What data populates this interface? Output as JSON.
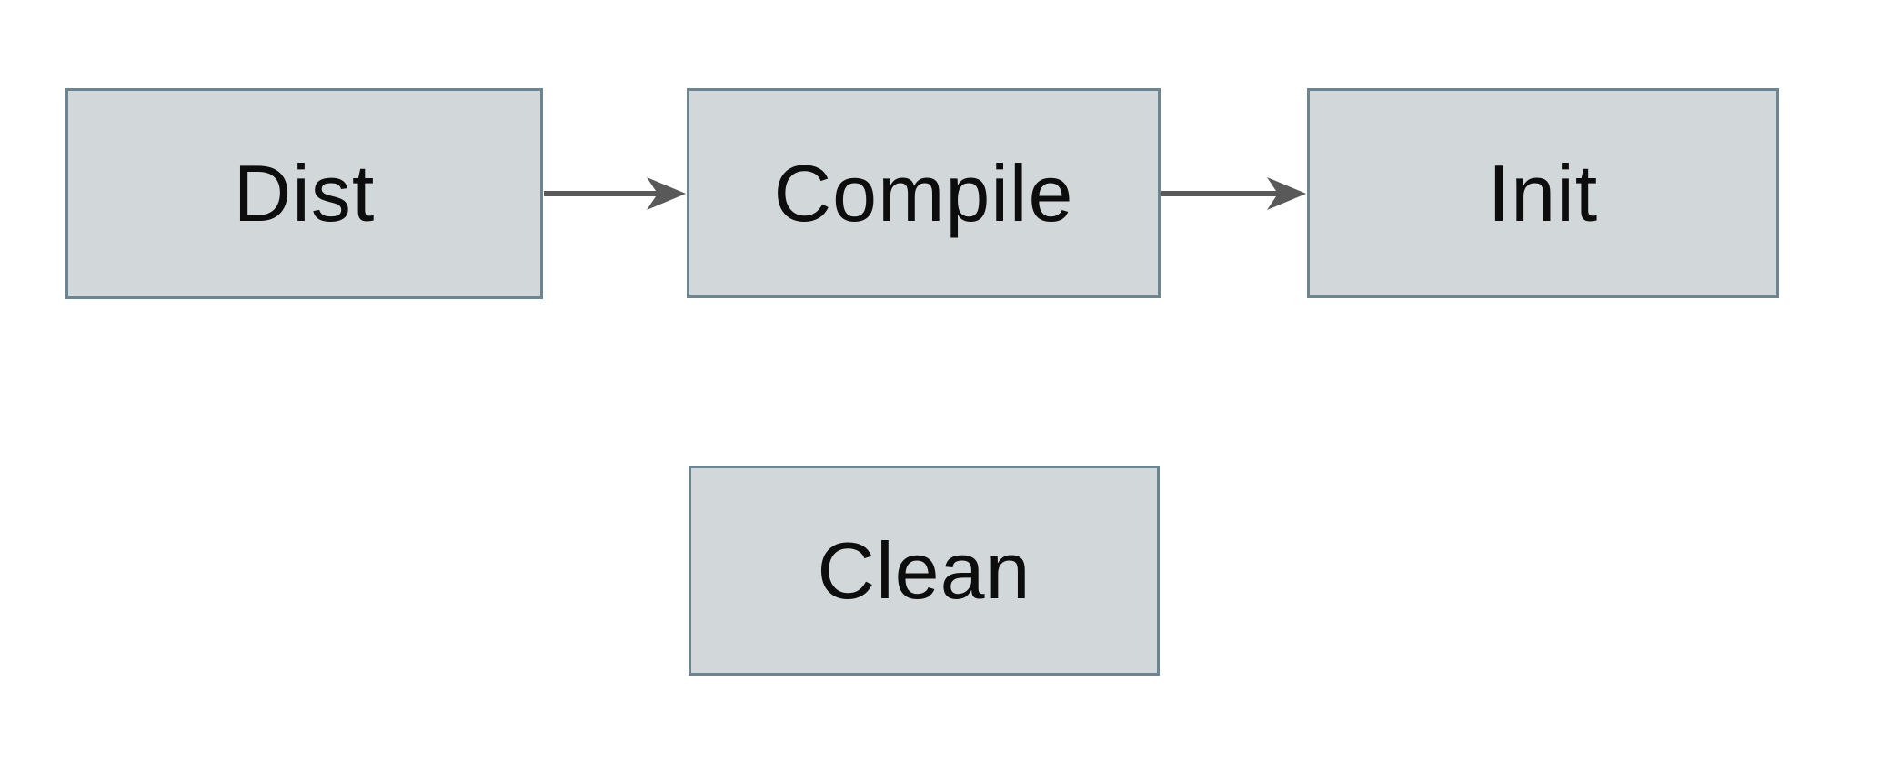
{
  "diagram": {
    "nodes": [
      {
        "id": "dist",
        "label": "Dist"
      },
      {
        "id": "compile",
        "label": "Compile"
      },
      {
        "id": "init",
        "label": "Init"
      },
      {
        "id": "clean",
        "label": "Clean"
      }
    ],
    "edges": [
      {
        "from": "Dist",
        "to": "Compile",
        "direction": "right",
        "style": "solid-arrow"
      },
      {
        "from": "Compile",
        "to": "Init",
        "direction": "right",
        "style": "solid-arrow"
      }
    ],
    "colors": {
      "background": "#ffffff",
      "node_fill": "#d2d8da",
      "node_border": "#6d8593",
      "arrow": "#595959",
      "label_text": "#0d0d0d"
    }
  }
}
